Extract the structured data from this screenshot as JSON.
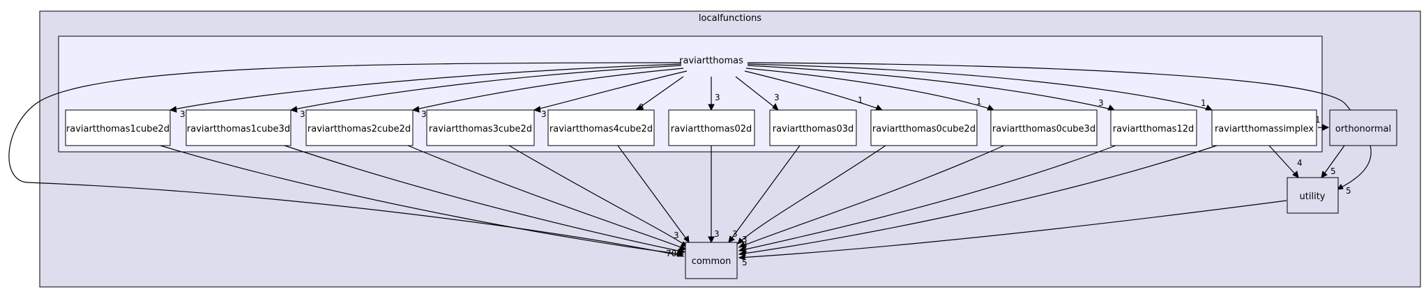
{
  "clusters": {
    "outer": "localfunctions",
    "inner": "raviartthomas"
  },
  "nodes": {
    "rt1cube2d": "raviartthomas1cube2d",
    "rt1cube3d": "raviartthomas1cube3d",
    "rt2cube2d": "raviartthomas2cube2d",
    "rt3cube2d": "raviartthomas3cube2d",
    "rt4cube2d": "raviartthomas4cube2d",
    "rt02d": "raviartthomas02d",
    "rt03d": "raviartthomas03d",
    "rt0cube2d": "raviartthomas0cube2d",
    "rt0cube3d": "raviartthomas0cube3d",
    "rt12d": "raviartthomas12d",
    "rtsimplex": "raviartthomassimplex",
    "orthonormal": "orthonormal",
    "utility": "utility",
    "common": "common"
  },
  "edge_labels": {
    "rt_to_1cube2d": "3",
    "rt_to_1cube3d": "3",
    "rt_to_2cube2d": "3",
    "rt_to_3cube2d": "3",
    "rt_to_4cube2d": "3",
    "rt_to_02d": "3",
    "rt_to_03d": "3",
    "rt_to_0cube2d": "1",
    "rt_to_0cube3d": "1",
    "rt_to_12d": "3",
    "rt_to_simplex": "1",
    "simplex_to_orthonormal": "1",
    "simplex_to_utility": "4",
    "orthonormal_to_utility": "5",
    "rt_to_utility": "5",
    "rt_to_common": "70",
    "4cube2d_to_common": "3",
    "02d_to_common": "3",
    "03d_to_common": "3",
    "0cube2d_to_common": "3",
    "0cube3d_to_common": "3",
    "12d_to_common": "3",
    "utility_to_common": "5"
  }
}
